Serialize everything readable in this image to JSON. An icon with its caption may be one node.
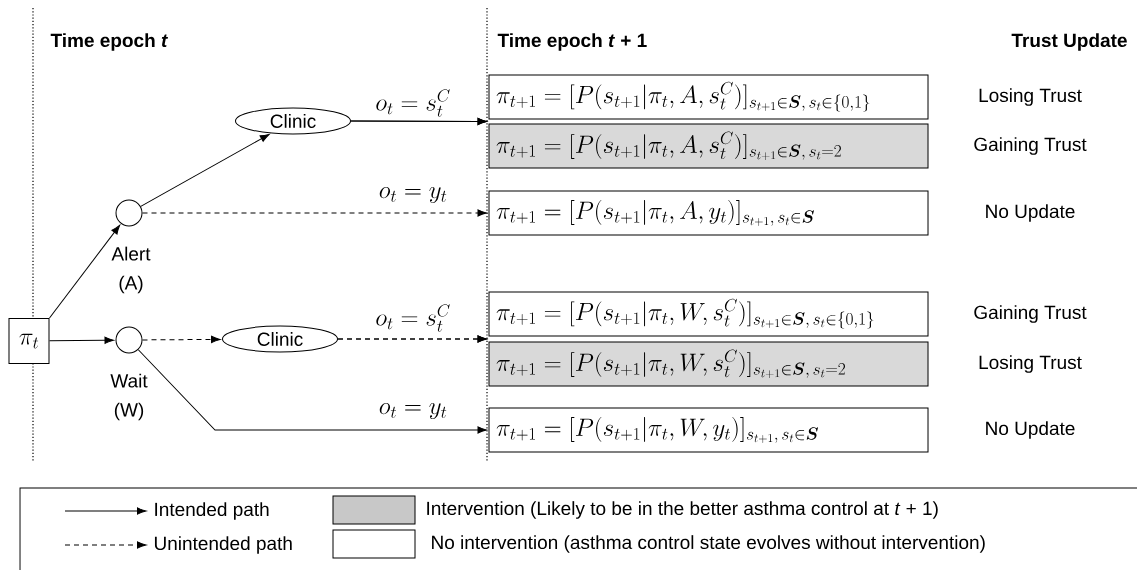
{
  "diagram": {
    "nodes": [
      {
        "text": [
          "\\pi_t"
        ]
      },
      {
        "text": [],
        "shape": "circle",
        "beside": [
          "Alert (A)"
        ]
      },
      {
        "text": [],
        "shape": "circle",
        "beside": [
          "Wait (W)"
        ]
      },
      {
        "text": [
          "Clinic"
        ]
      },
      {
        "text": [
          "Clinic"
        ]
      },
      {
        "text": [
          "\\pi_{t+1} = [P(s_{t+1}|\\pi_t, A, s_t^C)]_{s_{t+1}\\in\\boldsymbol{S},\\, s_t\\in\\{0,1\\}}"
        ],
        "beside": [
          "Losing Trust"
        ]
      },
      {
        "text": [
          "\\pi_{t+1} = [P(s_{t+1}|\\pi_t, A, s_t^C)]_{s_{t+1}\\in\\boldsymbol{S},\\, s_t=2}"
        ],
        "beside": [
          "Gaining Trust"
        ]
      },
      {
        "text": [
          "\\pi_{t+1} = [P(s_{t+1}|\\pi_t, A, y_t)]_{s_{t+1},\\, s_t\\in\\boldsymbol{S}}"
        ],
        "beside": [
          "No Update"
        ]
      },
      {
        "text": [
          "\\pi_{t+1} = [P(s_{t+1}|\\pi_t, W, s_t^C)]_{s_{t+1}\\in\\boldsymbol{S},\\, s_t\\in\\{0,1\\}}"
        ],
        "beside": [
          "Gaining Trust"
        ]
      },
      {
        "text": [
          "\\pi_{t+1} = [P(s_{t+1}|\\pi_t, W, s_t^C)]_{s_{t+1}\\in\\boldsymbol{S},\\, s_t=2}"
        ],
        "beside": [
          "Losing Trust"
        ]
      },
      {
        "text": [
          "\\pi_{t+1} = [P(s_{t+1}|\\pi_t, W, y_t)]_{s_{t+1},\\, s_t\\in\\boldsymbol{S}}"
        ],
        "beside": [
          "No Update"
        ]
      }
    ],
    "edges": [
      {
        "from": 0,
        "to": 1,
        "arrow": "to"
      },
      {
        "from": 0,
        "to": 2,
        "arrow": "to"
      },
      {
        "from": 1,
        "to": 3,
        "arrow": "to"
      },
      {
        "from": 3,
        "to": 5,
        "arrow": "to",
        "label": "o_t = s_t^C"
      },
      {
        "from": 3,
        "to": 6,
        "arrow": "to"
      },
      {
        "from": 1,
        "to": 7,
        "arrow": "to",
        "style": "dashed",
        "label": "o_t = y_t"
      },
      {
        "from": 2,
        "to": 4,
        "arrow": "to",
        "style": "dashed"
      },
      {
        "from": 4,
        "to": 8,
        "arrow": "to",
        "style": "dashed",
        "label": "o_t = s_t^C"
      },
      {
        "from": 4,
        "to": 9,
        "arrow": "to",
        "style": "dashed"
      },
      {
        "from": 2,
        "to": 10,
        "arrow": "to",
        "label": "o_t = y_t"
      }
    ],
    "labels": [
      "Time epoch *t*",
      "Time epoch *t* + 1",
      "Trust Update"
    ],
    "legend": [
      {
        "text": "Intended path"
      },
      {
        "text": "Unintended path"
      },
      {
        "text": "Intervention (Likely to be in the better asthma control at *t* + 1)",
        "color": "#c8c8c8"
      },
      {
        "text": "No intervention (asthma control state evolves without intervention)"
      }
    ]
  }
}
